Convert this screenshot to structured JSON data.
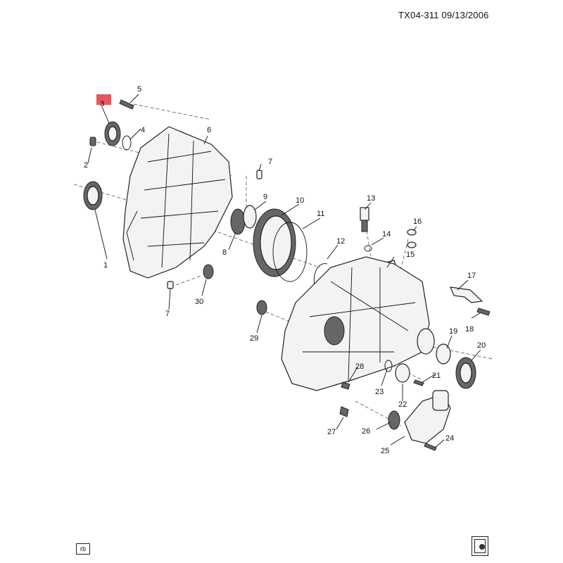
{
  "header": {
    "code": "TX04-311 09/13/2006"
  },
  "footer": {
    "tag": "rb"
  },
  "highlight": {
    "color": "#e8555a",
    "callout": "3"
  },
  "callouts": [
    "1",
    "2",
    "3",
    "4",
    "5",
    "6",
    "7",
    "8",
    "9",
    "10",
    "11",
    "12",
    "13",
    "14",
    "15",
    "16",
    "17",
    "18",
    "19",
    "20",
    "21",
    "22",
    "23",
    "24",
    "25",
    "26",
    "27",
    "28",
    "29",
    "30"
  ],
  "extra_labels": {
    "seven_b": "7"
  }
}
